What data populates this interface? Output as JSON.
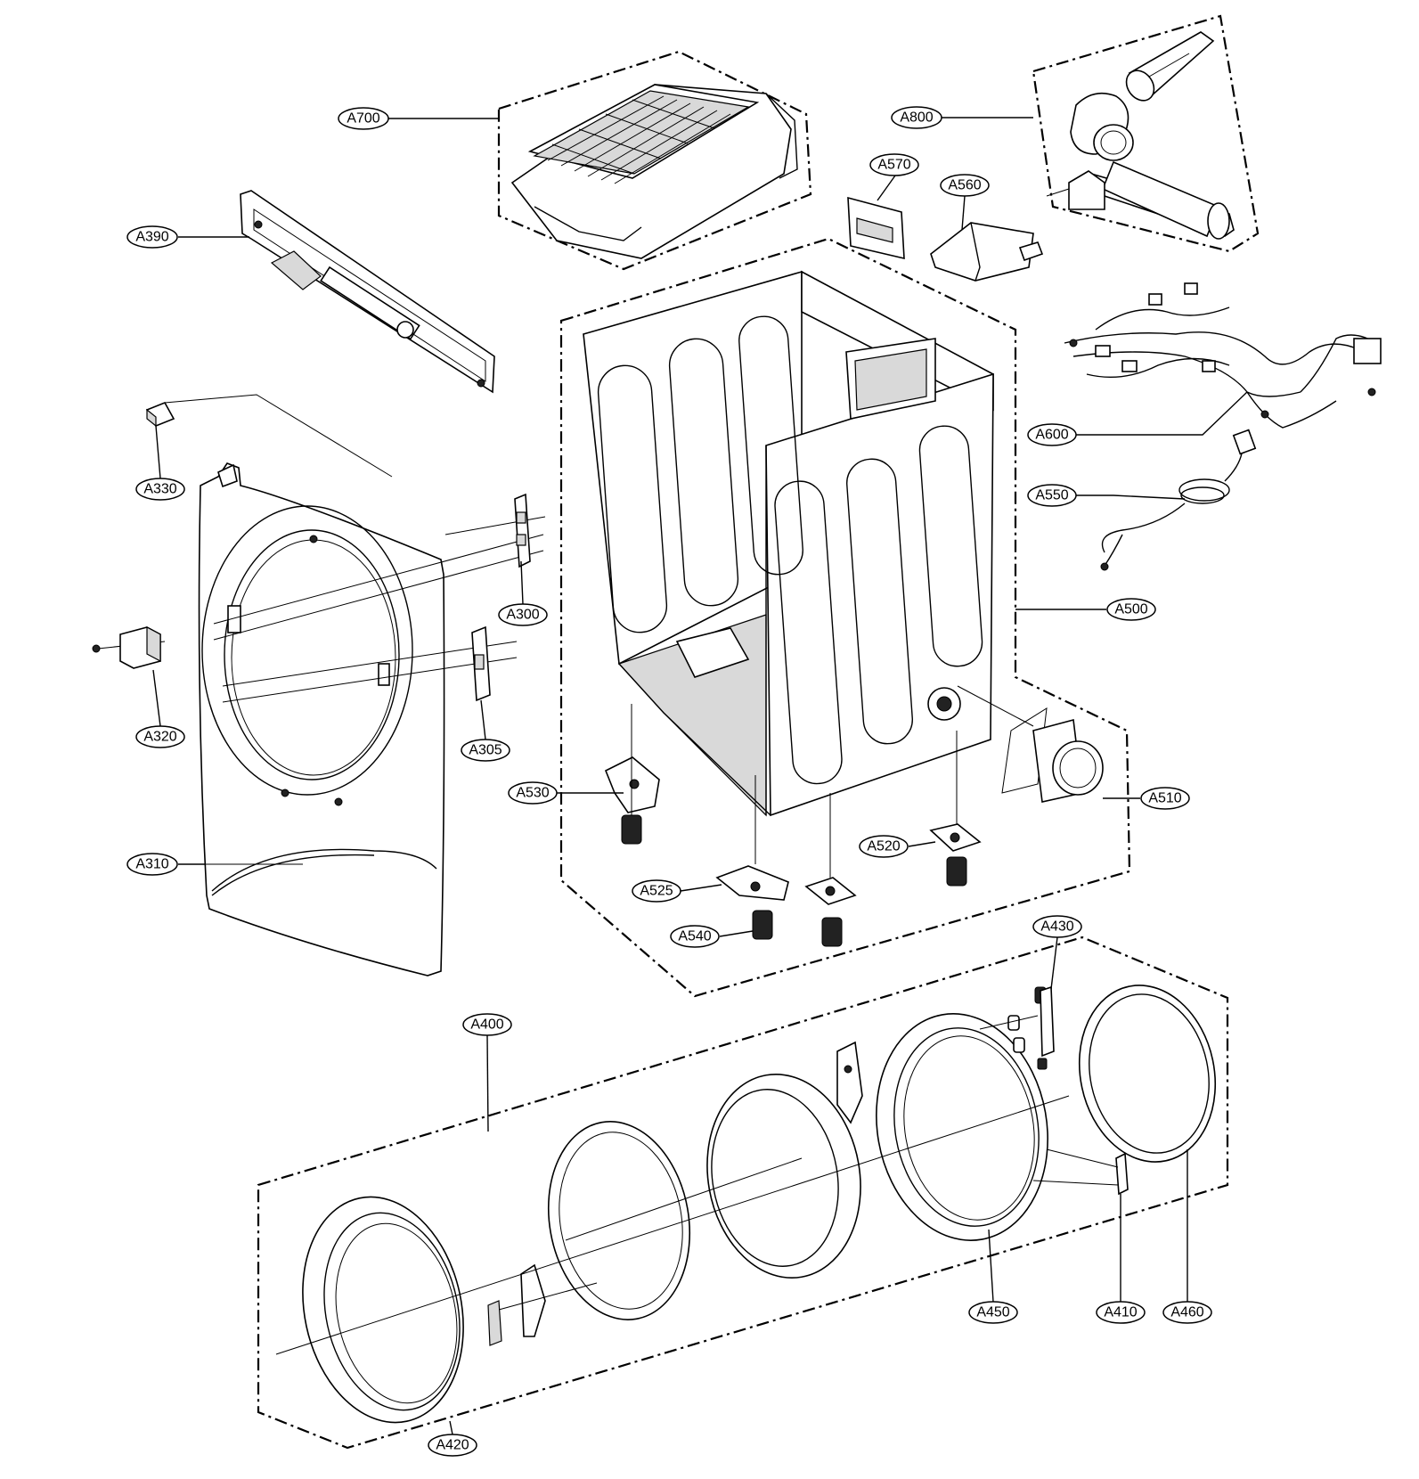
{
  "diagram": {
    "callouts": [
      {
        "id": "A700",
        "text": "A700"
      },
      {
        "id": "A800",
        "text": "A800"
      },
      {
        "id": "A570",
        "text": "A570"
      },
      {
        "id": "A560",
        "text": "A560"
      },
      {
        "id": "A390",
        "text": "A390"
      },
      {
        "id": "A330",
        "text": "A330"
      },
      {
        "id": "A300",
        "text": "A300"
      },
      {
        "id": "A320",
        "text": "A320"
      },
      {
        "id": "A305",
        "text": "A305"
      },
      {
        "id": "A310",
        "text": "A310"
      },
      {
        "id": "A600",
        "text": "A600"
      },
      {
        "id": "A550",
        "text": "A550"
      },
      {
        "id": "A500",
        "text": "A500"
      },
      {
        "id": "A530",
        "text": "A530"
      },
      {
        "id": "A510",
        "text": "A510"
      },
      {
        "id": "A520",
        "text": "A520"
      },
      {
        "id": "A525",
        "text": "A525"
      },
      {
        "id": "A540",
        "text": "A540"
      },
      {
        "id": "A430",
        "text": "A430"
      },
      {
        "id": "A400",
        "text": "A400"
      },
      {
        "id": "A450",
        "text": "A450"
      },
      {
        "id": "A410",
        "text": "A410"
      },
      {
        "id": "A460",
        "text": "A460"
      },
      {
        "id": "A420",
        "text": "A420"
      }
    ]
  }
}
